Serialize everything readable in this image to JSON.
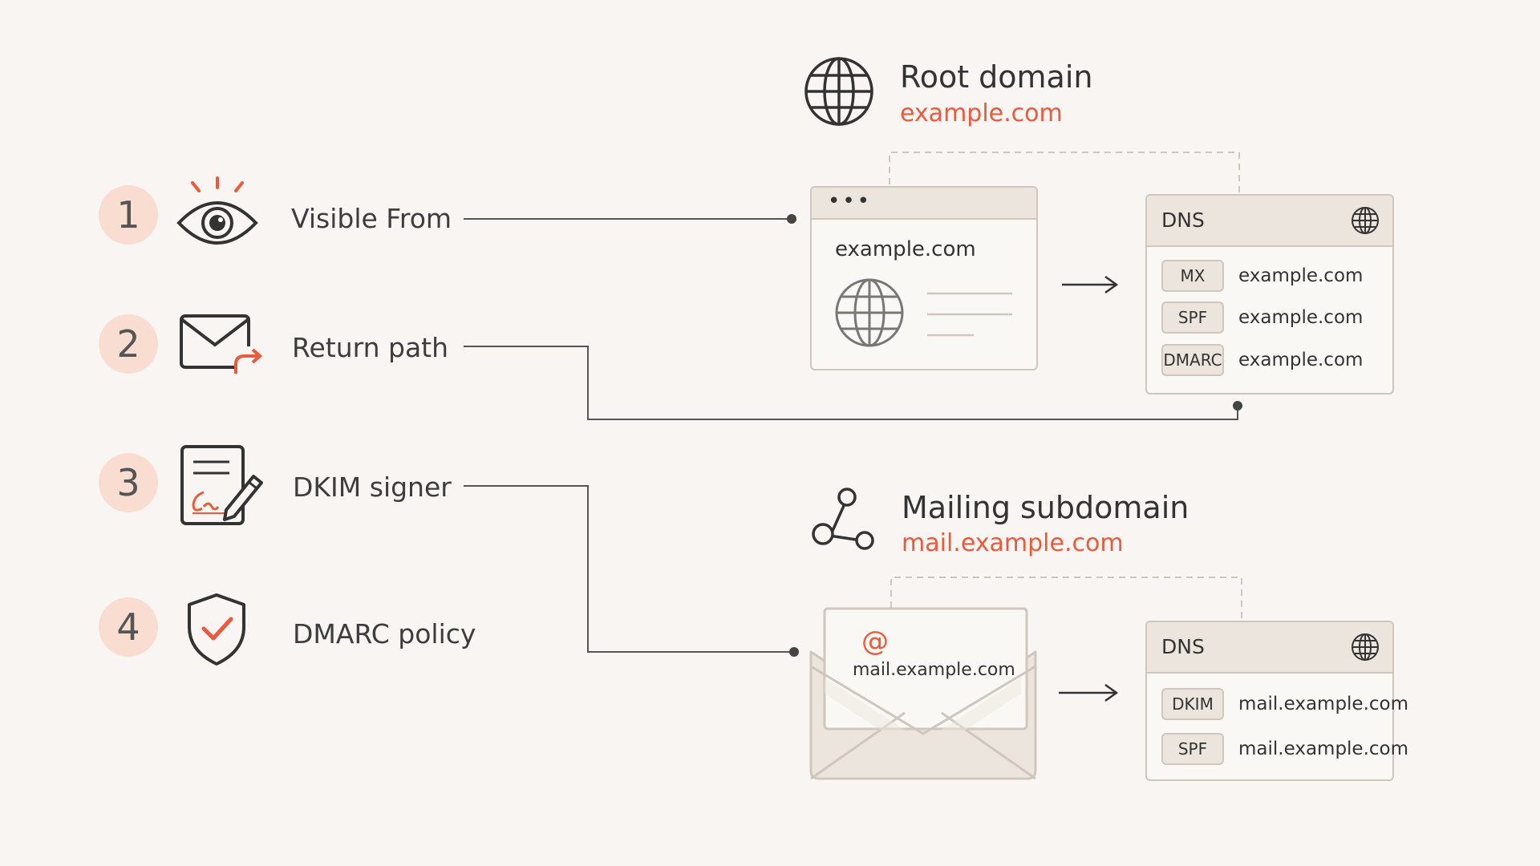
{
  "steps": [
    {
      "number": "1",
      "label": "Visible From",
      "icon": "eye-icon"
    },
    {
      "number": "2",
      "label": "Return path",
      "icon": "envelope-forward-icon"
    },
    {
      "number": "3",
      "label": "DKIM signer",
      "icon": "signed-document-icon"
    },
    {
      "number": "4",
      "label": "DMARC policy",
      "icon": "shield-check-icon"
    }
  ],
  "root": {
    "title": "Root domain",
    "domain": "example.com",
    "icon": "globe-icon",
    "browser": {
      "dots": "•••",
      "url": "example.com"
    },
    "dns": {
      "title": "DNS",
      "records": [
        {
          "type": "MX",
          "value": "example.com"
        },
        {
          "type": "SPF",
          "value": "example.com"
        },
        {
          "type": "DMARC",
          "value": "example.com"
        }
      ]
    }
  },
  "sub": {
    "title": "Mailing subdomain",
    "domain": "mail.example.com",
    "icon": "share-nodes-icon",
    "envelope": {
      "at": "@",
      "address": "mail.example.com"
    },
    "dns": {
      "title": "DNS",
      "records": [
        {
          "type": "DKIM",
          "value": "mail.example.com"
        },
        {
          "type": "SPF",
          "value": "mail.example.com"
        }
      ]
    }
  },
  "colors": {
    "accent": "#ea5a3c",
    "badge": "#f9ddd0",
    "line": "#555555",
    "border": "#cfc6bd",
    "panel": "#ece5dd",
    "background": "#f8f5f2"
  }
}
